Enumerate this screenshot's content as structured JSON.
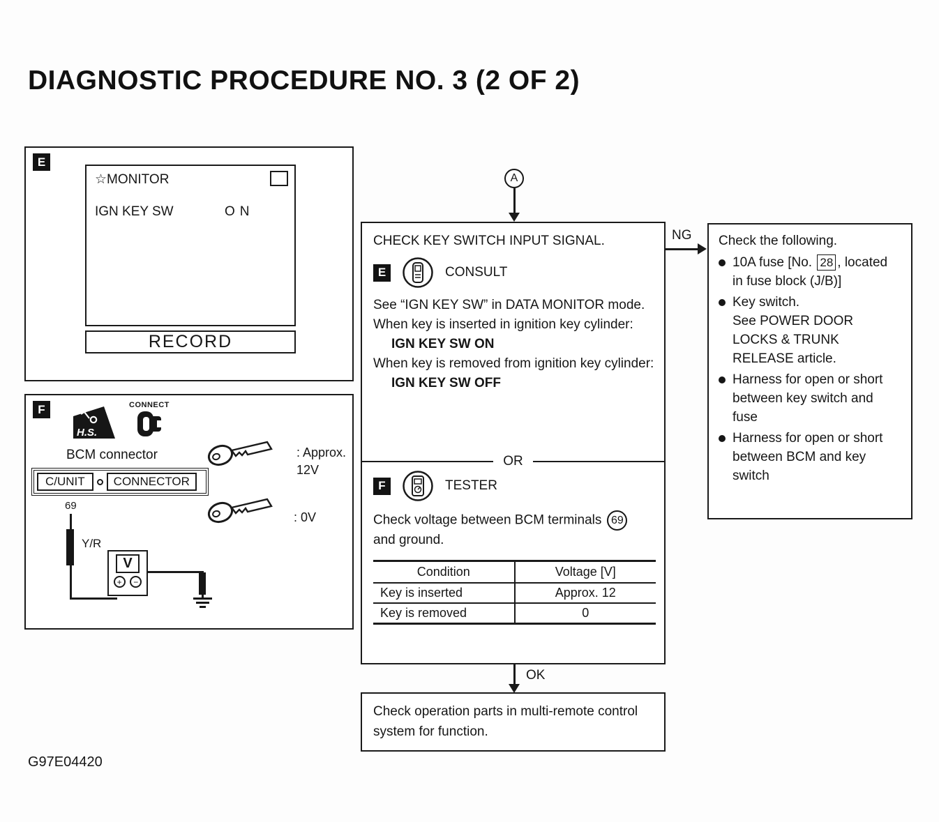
{
  "page": {
    "title": "DIAGNOSTIC PROCEDURE NO. 3 (2 OF 2)",
    "figure_id": "G97E04420"
  },
  "monitor_box": {
    "label": "E",
    "star": "☆",
    "monitor_title": "MONITOR",
    "signal_name": "IGN KEY SW",
    "signal_value": "ON",
    "record_label": "RECORD"
  },
  "connector_box": {
    "label": "F",
    "hs_label": "H.S.",
    "connect_label": "CONNECT",
    "bcm_label": "BCM connector",
    "unit_label": "C/UNIT",
    "connector_label": "CONNECTOR",
    "terminal": "69",
    "wire_color": "Y/R",
    "key_on_value": ": Approx. 12V",
    "key_off_value": ": 0V",
    "voltmeter_label": "V",
    "plus": "+",
    "minus": "−"
  },
  "flow": {
    "entry_label": "A",
    "ng_label": "NG",
    "ok_label": "OK",
    "main_step": {
      "title": "CHECK KEY SWITCH INPUT SIGNAL.",
      "consult_badge": "E",
      "consult_label": "CONSULT",
      "consult_line1": "See “IGN KEY SW” in DATA MONITOR mode.",
      "consult_line2": "When key is inserted in ignition key cylinder:",
      "consult_on": "IGN KEY SW ON",
      "consult_line3": "When key is removed from ignition key cylinder:",
      "consult_off": "IGN KEY SW OFF",
      "or_label": "OR",
      "tester_badge": "F",
      "tester_label": "TESTER",
      "tester_text_pre": "Check voltage between BCM terminals",
      "tester_terminal": "69",
      "tester_text_post": "and ground.",
      "table": {
        "headers": [
          "Condition",
          "Voltage [V]"
        ],
        "rows": [
          [
            "Key is inserted",
            "Approx. 12"
          ],
          [
            "Key is removed",
            "0"
          ]
        ]
      }
    },
    "ok_step": {
      "text": "Check operation parts in multi-remote control system for function."
    },
    "ng_step": {
      "title": "Check the following.",
      "item1_pre": "10A fuse [No.",
      "item1_box": "28",
      "item1_post": ", located in fuse block (J/B)]",
      "item2_line1": "Key switch.",
      "item2_line2": "See POWER DOOR LOCKS & TRUNK RELEASE article.",
      "item3": "Harness for open or short between key switch and fuse",
      "item4": "Harness for open or short between BCM and key switch"
    }
  }
}
